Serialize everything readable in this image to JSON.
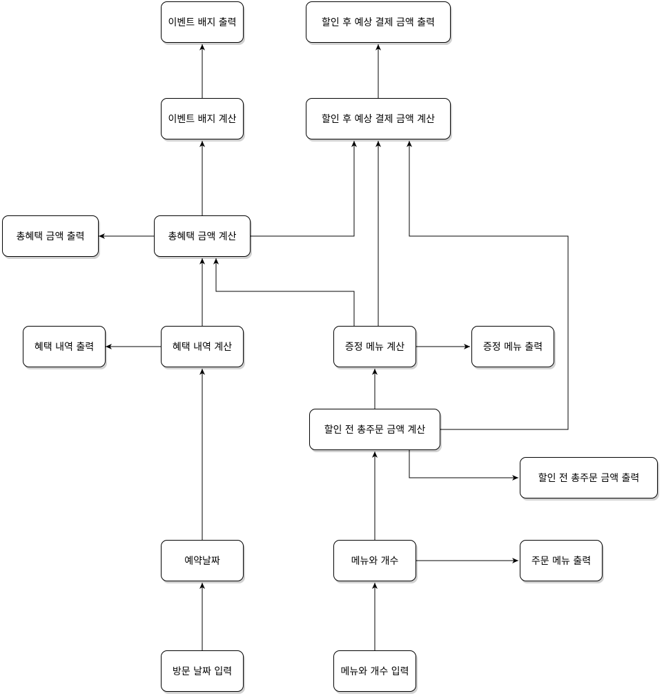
{
  "colors": {
    "stroke": "#000000",
    "background": "#ffffff"
  },
  "nodes": {
    "event_badge_output": "이벤트 배지 출력",
    "discounted_payment_output": "할인 후 예상 결제 금액 출력",
    "event_badge_calc": "이벤트 배지 계산",
    "discounted_payment_calc": "할인 후 예상 결제 금액 계산",
    "total_benefit_output": "총혜택 금액 출력",
    "total_benefit_calc": "총혜택 금액 계산",
    "benefit_details_output": "혜택 내역 출력",
    "benefit_details_calc": "혜택 내역 계산",
    "gift_menu_calc": "증정 메뉴 계산",
    "gift_menu_output": "증정 메뉴 출력",
    "pre_discount_total_calc": "할인 전 총주문 금액 계산",
    "pre_discount_total_output": "할인 전 총주문 금액 출력",
    "reservation_date": "예약날짜",
    "menu_and_count": "메뉴와 개수",
    "order_menu_output": "주문 메뉴 출력",
    "visit_date_input": "방문 날짜 입력",
    "menu_count_input": "메뉴와 개수 입력"
  }
}
